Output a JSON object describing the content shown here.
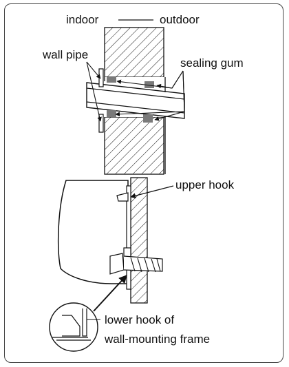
{
  "labels": {
    "indoor": "indoor",
    "outdoor": "outdoor",
    "wall_pipe": "wall pipe",
    "sealing_gum": "sealing gum",
    "upper_hook": "upper hook",
    "lower_hook_line1": "lower hook of",
    "lower_hook_line2": "wall-mounting frame"
  },
  "colors": {
    "line": "#111111",
    "gum": "#7a7a7a",
    "border": "#444444"
  }
}
